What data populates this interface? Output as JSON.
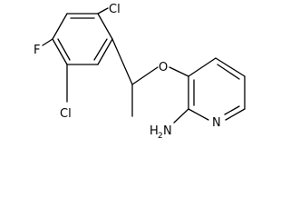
{
  "molecule": {
    "atoms": {
      "cl_top": "Cl",
      "fluorine": "F",
      "cl_bottom": "Cl",
      "oxygen": "O",
      "amine_h": "H",
      "amine_sub": "2",
      "amine_n": "N",
      "ring_n": "N"
    }
  }
}
